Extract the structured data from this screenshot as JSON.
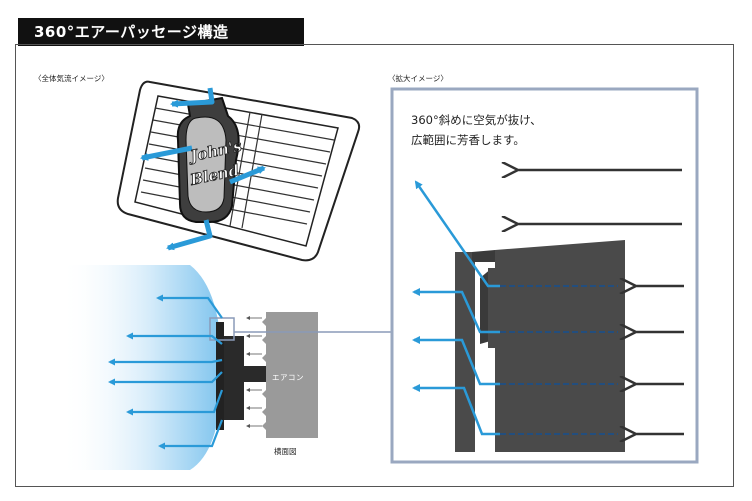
{
  "title": "360°エアーパッセージ構造",
  "caption_left": "〈全体気流イメージ〉",
  "caption_right": "〈拡大イメージ〉",
  "zoom_text": {
    "line1": "360°斜めに空気が抜け、",
    "line2": "広範囲に芳香します。"
  },
  "aircon_label": "エアコン",
  "side_view_label": "横面図",
  "logo": {
    "line1": "John's",
    "line2": "Blend"
  },
  "colors": {
    "airflow": "#2a9ad8",
    "incoming": "#333333",
    "device": "#4a4a4a",
    "vent": "#9a9a9a",
    "title_bg": "#111111"
  }
}
